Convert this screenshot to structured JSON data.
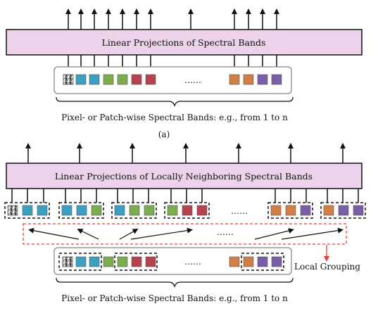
{
  "panel_a": {
    "projection_label": "Linear Projections of Spectral Bands",
    "ellipsis": "……",
    "bands_caption": "Pixel- or Patch-wise Spectral Bands: e.g., from 1 to n",
    "panel_label": "(a)"
  },
  "panel_b": {
    "projection_label": "Linear Projections of Locally Neighboring Spectral Bands",
    "group_ellipsis": "……",
    "arrow_ellipsis": "……",
    "band_ellipsis": "……",
    "local_grouping_label": "Local Grouping",
    "bands_caption": "Pixel- or Patch-wise Spectral Bands: e.g., from 1 to n"
  },
  "colors": {
    "projection_fill": "#ecd2ea",
    "teal": "#3c9ec1",
    "green": "#7cac4e",
    "red": "#b5424e",
    "orange": "#d27f45",
    "purple": "#7a5fa8",
    "dashed_red": "#e33b3b"
  }
}
